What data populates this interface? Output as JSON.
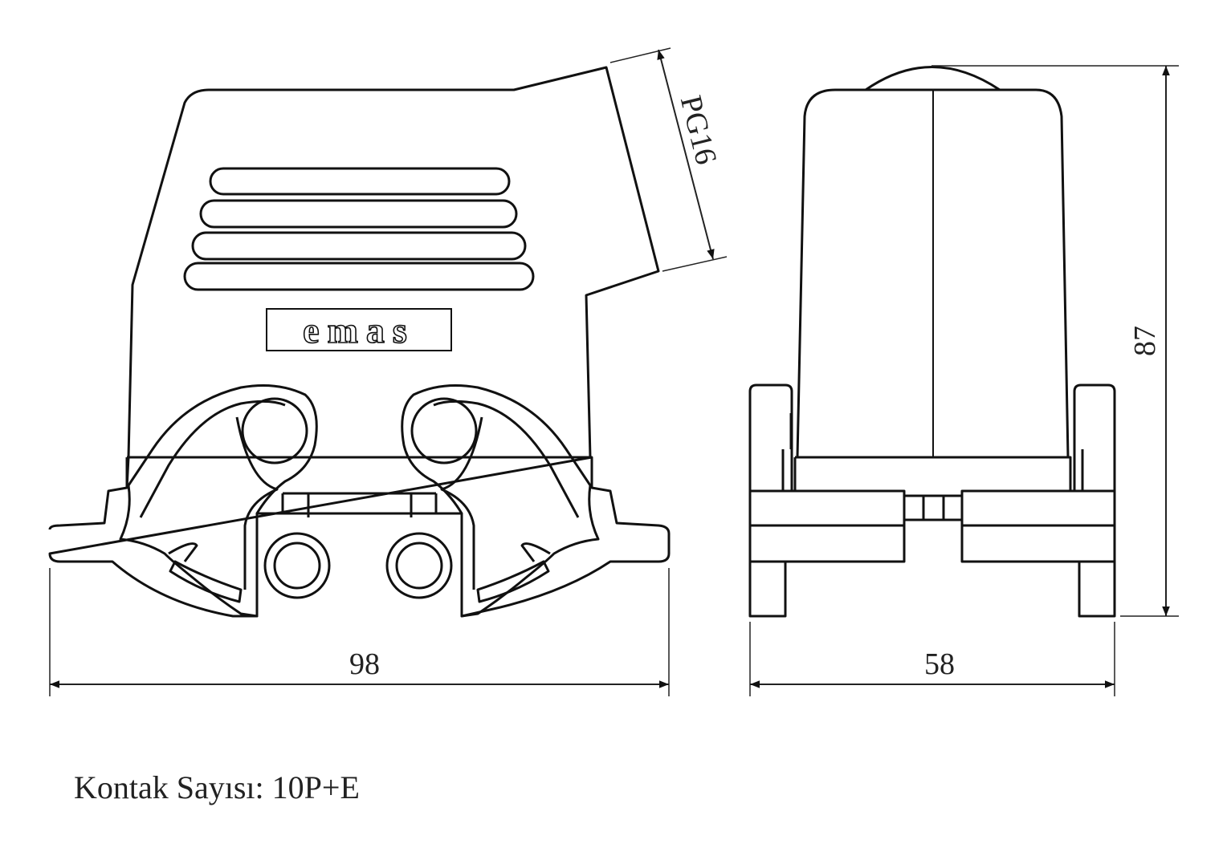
{
  "diagram": {
    "logo_text": "emas",
    "dimensions": {
      "width_front": "98",
      "width_side": "58",
      "height": "87",
      "cable_gland": "PG16"
    },
    "caption": "Kontak Sayısı: 10P+E",
    "line_color": "#111111",
    "dim_line_color": "#222222"
  }
}
